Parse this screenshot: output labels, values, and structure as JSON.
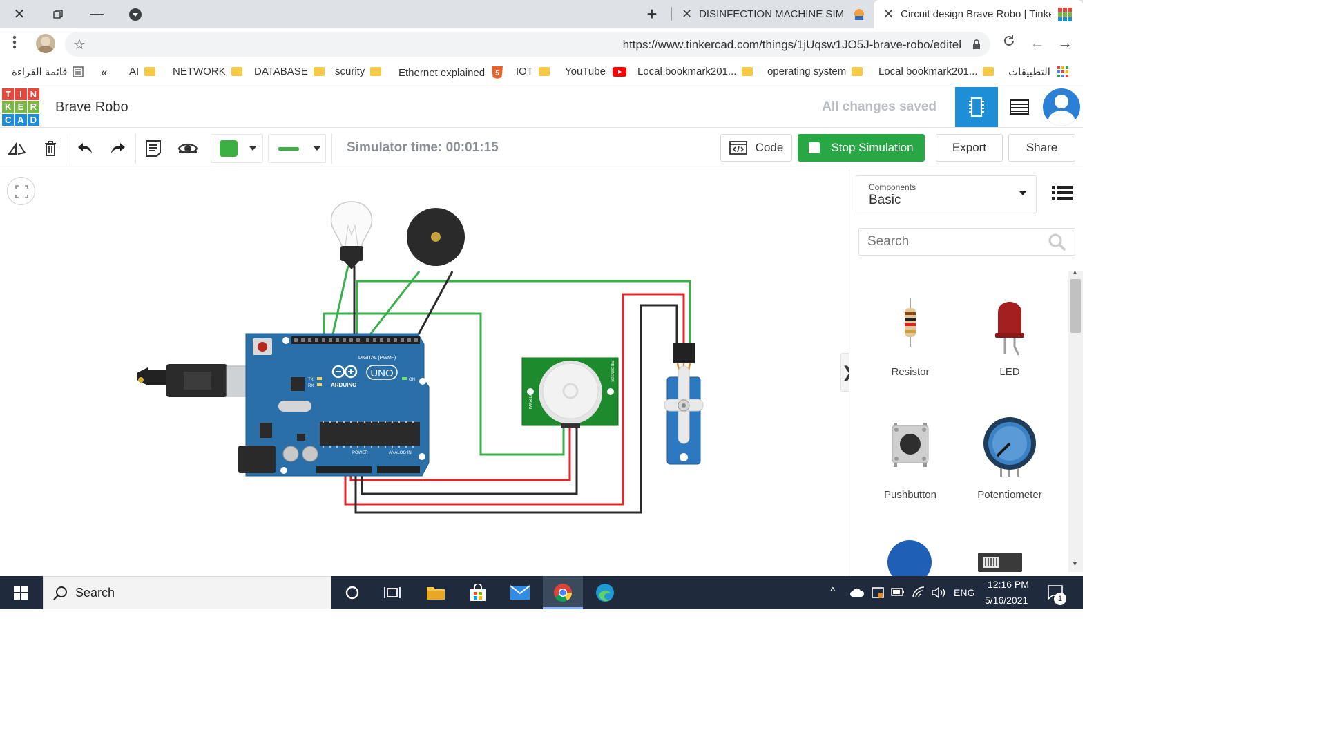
{
  "browser": {
    "tabs": [
      {
        "title": "DISINFECTION MACHINE SIMULA",
        "active": false
      },
      {
        "title": "Circuit design Brave Robo | Tinke",
        "active": true
      }
    ],
    "url": "https://www.tinkercad.com/things/1jUqsw1JO5J-brave-robo/editel",
    "bookmarks": {
      "reading_list": "قائمة القراءة",
      "chevron": "«",
      "items": [
        "AI",
        "NETWORK",
        "DATABASE",
        "scurity",
        "Ethernet explained",
        "IOT",
        "YouTube",
        "Local bookmark201...",
        "operating system",
        "Local bookmark201..."
      ],
      "apps": "التطبيقات"
    }
  },
  "tinkercad": {
    "logo_letters": [
      "T",
      "I",
      "N",
      "K",
      "E",
      "R",
      "C",
      "A",
      "D"
    ],
    "logo_colors": [
      "#e8473c",
      "#e8473c",
      "#e8473c",
      "#7ab648",
      "#7ab648",
      "#7ab648",
      "#1e8fd7",
      "#1e8fd7",
      "#1e8fd7"
    ],
    "project_name": "Brave Robo",
    "save_status": "All changes saved"
  },
  "toolbar": {
    "simulator_time": "Simulator time: 00:01:15",
    "code_label": "Code",
    "stop_label": "Stop Simulation",
    "export_label": "Export",
    "share_label": "Share",
    "fill_color": "#3cb043"
  },
  "panel": {
    "components_label": "Components",
    "components_value": "Basic",
    "search_placeholder": "Search",
    "items": [
      "Resistor",
      "LED",
      "Pushbutton",
      "Potentiometer"
    ]
  },
  "board": {
    "digital_label": "DIGITAL (PWM~)",
    "uno": "UNO",
    "arduino": "ARDUINO",
    "power": "POWER",
    "analog": "ANALOG IN",
    "tx": "TX",
    "rx": "RX",
    "on": "ON",
    "pir_left": "PARALLAX",
    "pir_right": "PIR SENSOR"
  },
  "taskbar": {
    "search": "Search",
    "lang": "ENG",
    "time": "12:16 PM",
    "date": "5/16/2021",
    "notifications": "1"
  }
}
